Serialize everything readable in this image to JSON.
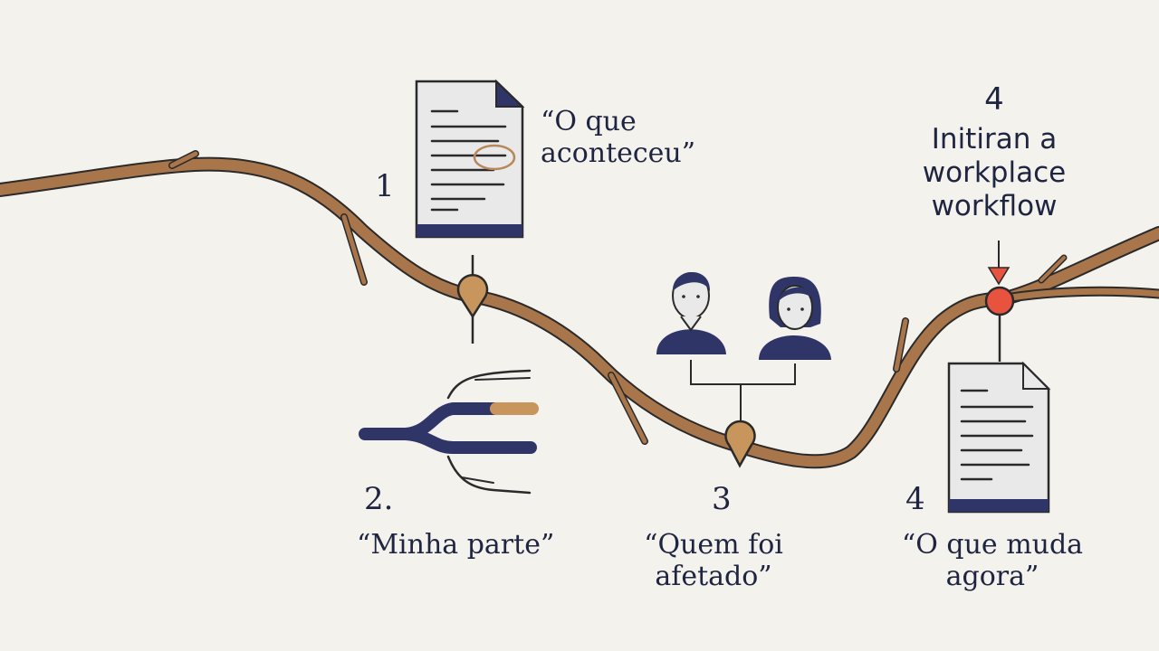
{
  "colors": {
    "background": "#f3f2ed",
    "branch": "#a8764a",
    "ink": "#2f3566",
    "marker": "#c8955c",
    "highlight": "#e8533f"
  },
  "icons": [
    "document-icon",
    "fork-icon",
    "man-avatar-icon",
    "woman-avatar-icon",
    "arrow-down-icon"
  ],
  "steps": [
    {
      "number": "1",
      "label": "“O que\naconteceu”"
    },
    {
      "number": "2.",
      "label": "“Minha parte”"
    },
    {
      "number": "3",
      "label": "“Quem foi\nafetado”"
    },
    {
      "number": "4",
      "label": "“O que muda\nagora”"
    }
  ],
  "callout": {
    "number": "4",
    "text": "Initiran a\nworkplace\nworkflow"
  }
}
